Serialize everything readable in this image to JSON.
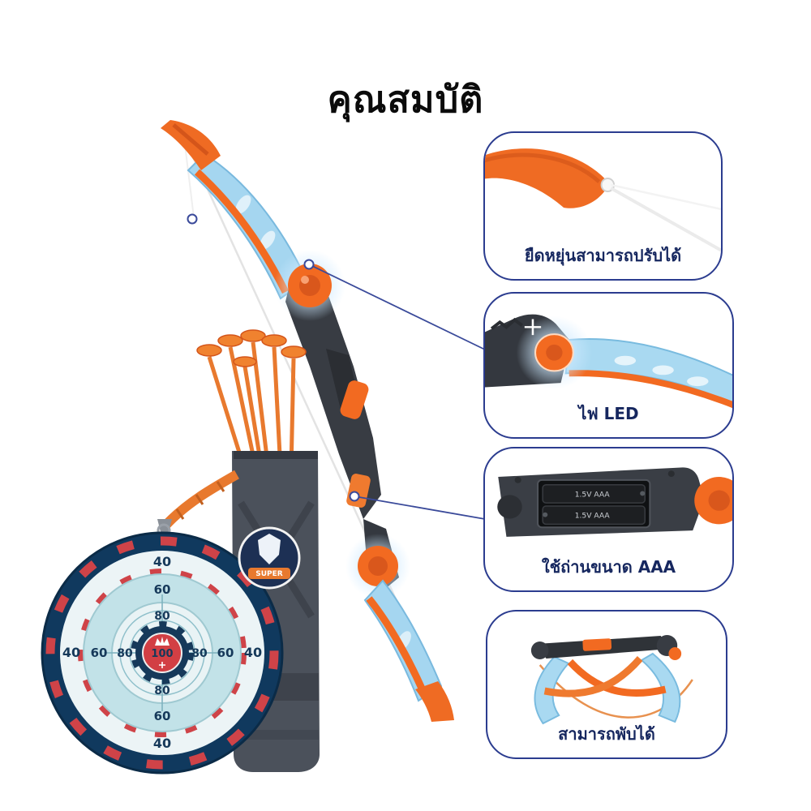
{
  "page": {
    "title": "คุณสมบัติ"
  },
  "callouts": [
    {
      "id": "adjustable-string",
      "label": "ยืดหยุ่นสามารถปรับได้"
    },
    {
      "id": "led-light",
      "label": "ไฟ LED"
    },
    {
      "id": "aaa-battery",
      "label": "ใช้ถ่านขนาด AAA"
    },
    {
      "id": "foldable",
      "label": "สามารถพับได้"
    }
  ],
  "battery": {
    "cell_text": "1.5V AAA"
  },
  "target": {
    "center_score": "100",
    "scores_vertical": [
      "40",
      "60",
      "80",
      "100",
      "80",
      "60",
      "40"
    ],
    "scores_horizontal": [
      "40",
      "60",
      "80",
      "100",
      "80",
      "60",
      "40"
    ],
    "brand": "SUPER"
  },
  "colors": {
    "callout_border": "#2b3c8f",
    "label_text": "#16275f",
    "connector": "#3a4a9a",
    "orange": "#f26a21",
    "limb_blue": "#a5d6f0",
    "dark_plastic": "#383c43",
    "target_navy": "#10395e",
    "target_red": "#cf4348",
    "target_light_blue": "#c2e2e8"
  }
}
